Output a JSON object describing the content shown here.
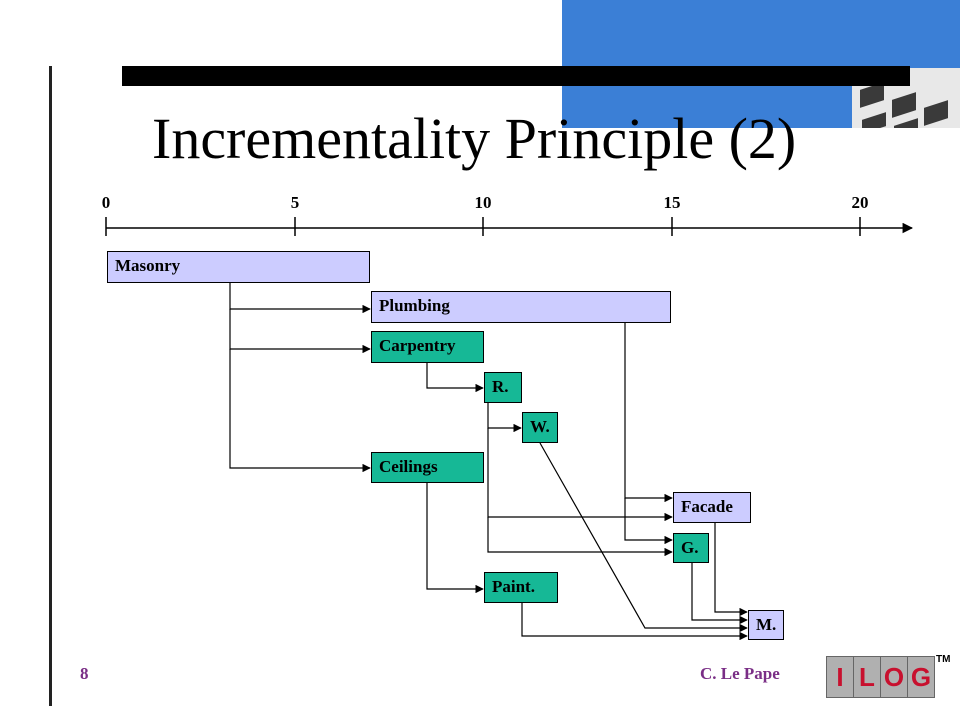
{
  "slide": {
    "title": "Incrementality Principle (2)",
    "page_number": "8",
    "author": "C. Le Pape"
  },
  "axis": {
    "ticks": [
      "0",
      "5",
      "10",
      "15",
      "20"
    ]
  },
  "tasks": {
    "masonry": "Masonry",
    "plumbing": "Plumbing",
    "carpentry": "Carpentry",
    "r": "R.",
    "w": "W.",
    "ceilings": "Ceilings",
    "facade": "Facade",
    "g": "G.",
    "paint": "Paint.",
    "m": "M."
  },
  "logo": {
    "letters": [
      "I",
      "L",
      "O",
      "G"
    ],
    "tm": "TM"
  },
  "colors": {
    "lavender_task": "#ccccff",
    "green_task": "#16b896",
    "accent_blue": "#3b7fd6",
    "footer_text": "#7a2e86"
  }
}
